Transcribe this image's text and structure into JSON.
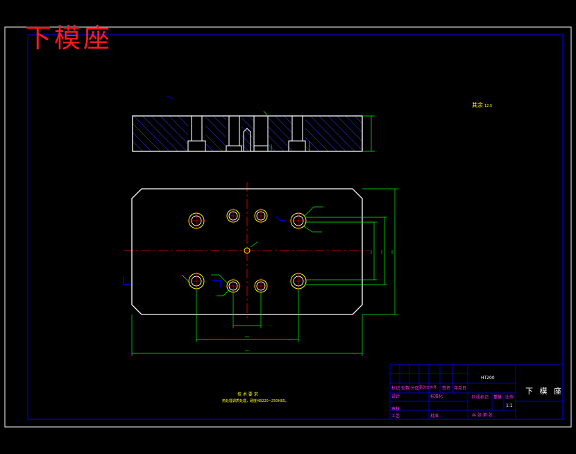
{
  "drawing": {
    "title_large": "下模座",
    "remaining_roughness": "其余",
    "roughness_value": "12.5",
    "tech_requirements_title": "技 术 要 求",
    "tech_requirements_text": "热处理调质处理，硬度HB220~250HBS。",
    "title_block": {
      "part_name": "下 模 座",
      "material": "HT200",
      "row_labels": [
        "标记",
        "处数",
        "分区",
        "更改文件号",
        "签名",
        "年月日"
      ],
      "design": "设计",
      "standardize": "标准化",
      "approve": "审核",
      "process": "工艺",
      "approve2": "批准",
      "stage_mark": "阶段标记",
      "weight": "重量",
      "scale": "比例",
      "scale_value": "1:1",
      "sheet_info": "共  张  第  张"
    }
  },
  "colors": {
    "background": "#000000",
    "frame": "#ffffff",
    "inner_frame": "#0000ff",
    "outline": "#ffffff",
    "hatch": "#3b3bff",
    "dimension": "#00ff00",
    "centerline": "#ff0000",
    "hole": "#ffff00",
    "title_red": "#ff1a1a"
  }
}
